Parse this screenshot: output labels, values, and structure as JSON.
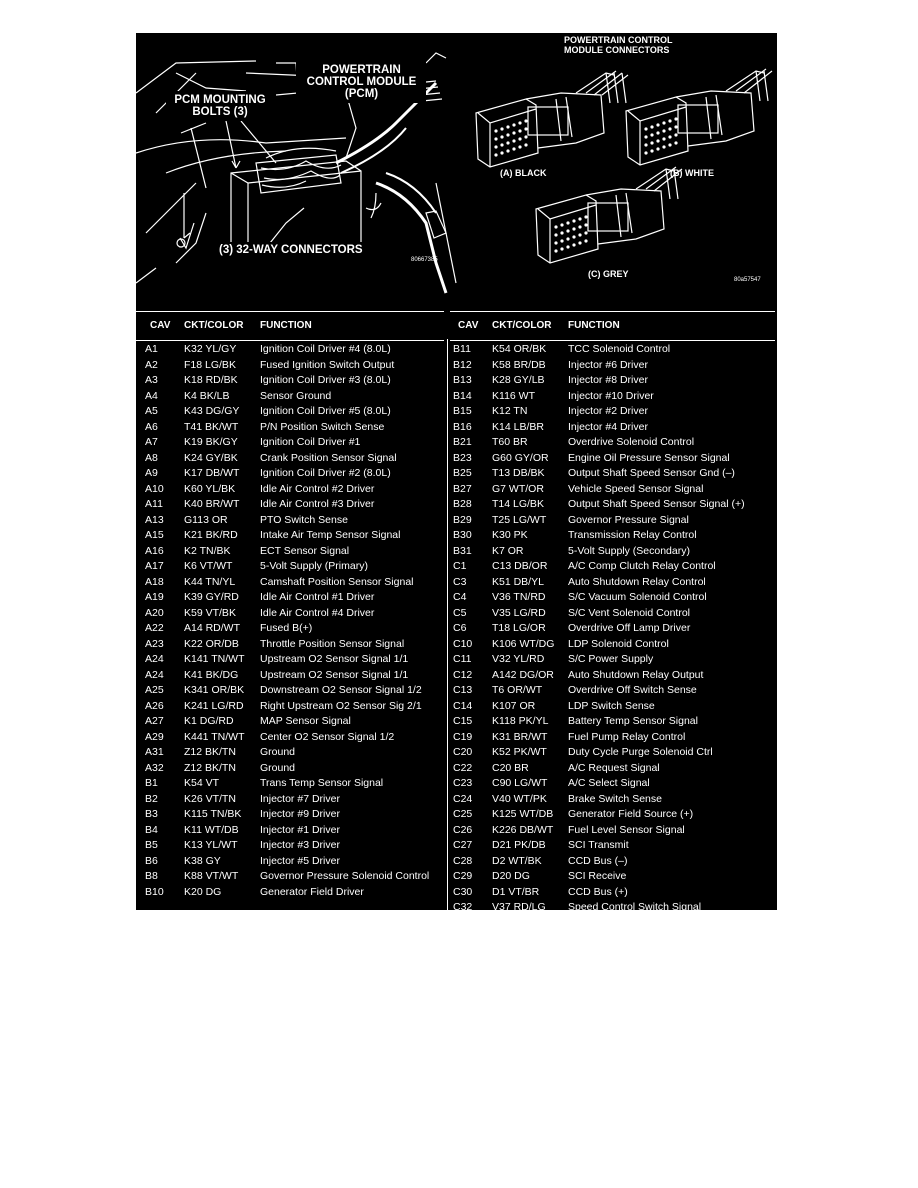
{
  "figure": {
    "labels": {
      "pcm": "POWERTRAIN\nCONTROL MODULE\n(PCM)",
      "mounting_bolts": "PCM MOUNTING\nBOLTS (3)",
      "connectors_32way": "(3) 32-WAY CONNECTORS",
      "pcm_connectors": "POWERTRAIN CONTROL\nMODULE CONNECTORS",
      "black": "(A) BLACK",
      "white": "(B) WHITE",
      "grey": "(C) GREY",
      "code_left": "80667385",
      "code_right": "80a57547"
    }
  },
  "table": {
    "headers": {
      "cav": "CAV",
      "ckt": "CKT/COLOR",
      "function": "FUNCTION"
    },
    "left": [
      {
        "cav": "A1",
        "ckt": "K32 YL/GY",
        "function": "Ignition Coil Driver #4 (8.0L)"
      },
      {
        "cav": "A2",
        "ckt": "F18 LG/BK",
        "function": "Fused Ignition Switch Output"
      },
      {
        "cav": "A3",
        "ckt": "K18 RD/BK",
        "function": "Ignition Coil Driver #3 (8.0L)"
      },
      {
        "cav": "A4",
        "ckt": "K4 BK/LB",
        "function": "Sensor Ground"
      },
      {
        "cav": "A5",
        "ckt": "K43 DG/GY",
        "function": "Ignition Coil Driver #5 (8.0L)"
      },
      {
        "cav": "A6",
        "ckt": "T41 BK/WT",
        "function": "P/N Position Switch Sense"
      },
      {
        "cav": "A7",
        "ckt": "K19 BK/GY",
        "function": "Ignition Coil Driver #1"
      },
      {
        "cav": "A8",
        "ckt": "K24 GY/BK",
        "function": "Crank Position Sensor Signal"
      },
      {
        "cav": "A9",
        "ckt": "K17 DB/WT",
        "function": "Ignition Coil Driver #2 (8.0L)"
      },
      {
        "cav": "A10",
        "ckt": "K60 YL/BK",
        "function": "Idle Air Control #2 Driver"
      },
      {
        "cav": "A11",
        "ckt": "K40 BR/WT",
        "function": "Idle Air Control #3 Driver"
      },
      {
        "cav": "A13",
        "ckt": "G113 OR",
        "function": "PTO Switch Sense"
      },
      {
        "cav": "A15",
        "ckt": "K21 BK/RD",
        "function": "Intake Air Temp Sensor Signal"
      },
      {
        "cav": "A16",
        "ckt": "K2 TN/BK",
        "function": "ECT Sensor Signal"
      },
      {
        "cav": "A17",
        "ckt": "K6 VT/WT",
        "function": "5-Volt Supply (Primary)"
      },
      {
        "cav": "A18",
        "ckt": "K44 TN/YL",
        "function": "Camshaft Position Sensor Signal"
      },
      {
        "cav": "A19",
        "ckt": "K39 GY/RD",
        "function": "Idle Air Control #1 Driver"
      },
      {
        "cav": "A20",
        "ckt": "K59 VT/BK",
        "function": "Idle Air Control #4 Driver"
      },
      {
        "cav": "A22",
        "ckt": "A14 RD/WT",
        "function": "Fused B(+)"
      },
      {
        "cav": "A23",
        "ckt": "K22 OR/DB",
        "function": "Throttle Position Sensor Signal"
      },
      {
        "cav": "A24",
        "ckt": "K141 TN/WT",
        "function": "Upstream O2 Sensor Signal 1/1"
      },
      {
        "cav": "A24",
        "ckt": "K41 BK/DG",
        "function": "Upstream O2 Sensor Signal 1/1"
      },
      {
        "cav": "A25",
        "ckt": "K341 OR/BK",
        "function": "Downstream O2 Sensor Signal 1/2"
      },
      {
        "cav": "A26",
        "ckt": "K241 LG/RD",
        "function": "Right Upstream O2 Sensor Sig 2/1"
      },
      {
        "cav": "A27",
        "ckt": "K1 DG/RD",
        "function": "MAP Sensor Signal"
      },
      {
        "cav": "A29",
        "ckt": "K441 TN/WT",
        "function": "Center O2 Sensor Signal 1/2"
      },
      {
        "cav": "A31",
        "ckt": "Z12 BK/TN",
        "function": "Ground"
      },
      {
        "cav": "A32",
        "ckt": "Z12 BK/TN",
        "function": "Ground"
      },
      {
        "cav": "B1",
        "ckt": "K54 VT",
        "function": "Trans Temp Sensor Signal"
      },
      {
        "cav": "B2",
        "ckt": "K26 VT/TN",
        "function": "Injector #7 Driver"
      },
      {
        "cav": "B3",
        "ckt": "K115 TN/BK",
        "function": "Injector #9 Driver"
      },
      {
        "cav": "B4",
        "ckt": "K11 WT/DB",
        "function": "Injector #1 Driver"
      },
      {
        "cav": "B5",
        "ckt": "K13 YL/WT",
        "function": "Injector #3 Driver"
      },
      {
        "cav": "B6",
        "ckt": "K38 GY",
        "function": "Injector #5 Driver"
      },
      {
        "cav": "B8",
        "ckt": "K88 VT/WT",
        "function": "Governor Pressure Solenoid Control"
      },
      {
        "cav": "B10",
        "ckt": "K20 DG",
        "function": "Generator Field Driver"
      }
    ],
    "right": [
      {
        "cav": "B11",
        "ckt": "K54 OR/BK",
        "function": "TCC Solenoid Control"
      },
      {
        "cav": "B12",
        "ckt": "K58 BR/DB",
        "function": "Injector #6 Driver"
      },
      {
        "cav": "B13",
        "ckt": "K28 GY/LB",
        "function": "Injector #8 Driver"
      },
      {
        "cav": "B14",
        "ckt": "K116 WT",
        "function": "Injector #10 Driver"
      },
      {
        "cav": "B15",
        "ckt": "K12 TN",
        "function": "Injector #2 Driver"
      },
      {
        "cav": "B16",
        "ckt": "K14 LB/BR",
        "function": "Injector #4 Driver"
      },
      {
        "cav": "B21",
        "ckt": "T60 BR",
        "function": "Overdrive Solenoid Control"
      },
      {
        "cav": "B23",
        "ckt": "G60 GY/OR",
        "function": "Engine Oil Pressure Sensor Signal"
      },
      {
        "cav": "B25",
        "ckt": "T13 DB/BK",
        "function": "Output Shaft Speed Sensor Gnd (–)"
      },
      {
        "cav": "B27",
        "ckt": "G7 WT/OR",
        "function": "Vehicle Speed Sensor Signal"
      },
      {
        "cav": "B28",
        "ckt": "T14 LG/BK",
        "function": "Output Shaft Speed Sensor Signal (+)"
      },
      {
        "cav": "B29",
        "ckt": "T25 LG/WT",
        "function": "Governor Pressure Signal"
      },
      {
        "cav": "B30",
        "ckt": "K30 PK",
        "function": "Transmission Relay Control"
      },
      {
        "cav": "B31",
        "ckt": "K7 OR",
        "function": "5-Volt Supply (Secondary)"
      },
      {
        "cav": "C1",
        "ckt": "C13 DB/OR",
        "function": "A/C Comp Clutch Relay Control"
      },
      {
        "cav": "C3",
        "ckt": "K51 DB/YL",
        "function": "Auto Shutdown Relay Control"
      },
      {
        "cav": "C4",
        "ckt": "V36 TN/RD",
        "function": "S/C Vacuum Solenoid Control"
      },
      {
        "cav": "C5",
        "ckt": "V35 LG/RD",
        "function": "S/C Vent Solenoid Control"
      },
      {
        "cav": "C6",
        "ckt": "T18 LG/OR",
        "function": "Overdrive Off Lamp Driver"
      },
      {
        "cav": "C10",
        "ckt": "K106 WT/DG",
        "function": "LDP Solenoid Control"
      },
      {
        "cav": "C11",
        "ckt": "V32 YL/RD",
        "function": "S/C Power Supply"
      },
      {
        "cav": "C12",
        "ckt": "A142 DG/OR",
        "function": "Auto Shutdown Relay Output"
      },
      {
        "cav": "C13",
        "ckt": "T6 OR/WT",
        "function": "Overdrive Off Switch Sense"
      },
      {
        "cav": "C14",
        "ckt": "K107 OR",
        "function": "LDP Switch Sense"
      },
      {
        "cav": "C15",
        "ckt": "K118 PK/YL",
        "function": "Battery Temp Sensor Signal"
      },
      {
        "cav": "C19",
        "ckt": "K31 BR/WT",
        "function": "Fuel Pump Relay Control"
      },
      {
        "cav": "C20",
        "ckt": "K52 PK/WT",
        "function": "Duty Cycle Purge Solenoid Ctrl"
      },
      {
        "cav": "C22",
        "ckt": "C20 BR",
        "function": "A/C Request Signal"
      },
      {
        "cav": "C23",
        "ckt": "C90 LG/WT",
        "function": "A/C Select Signal"
      },
      {
        "cav": "C24",
        "ckt": "V40 WT/PK",
        "function": "Brake Switch Sense"
      },
      {
        "cav": "C25",
        "ckt": "K125 WT/DB",
        "function": "Generator Field Source (+)"
      },
      {
        "cav": "C26",
        "ckt": "K226 DB/WT",
        "function": "Fuel Level Sensor Signal"
      },
      {
        "cav": "C27",
        "ckt": "D21 PK/DB",
        "function": "SCI Transmit"
      },
      {
        "cav": "C28",
        "ckt": "D2 WT/BK",
        "function": "CCD Bus (–)"
      },
      {
        "cav": "C29",
        "ckt": "D20 DG",
        "function": "SCI Receive"
      },
      {
        "cav": "C30",
        "ckt": "D1 VT/BR",
        "function": "CCD Bus (+)"
      },
      {
        "cav": "C32",
        "ckt": "V37 RD/LG",
        "function": "Speed Control Switch Signal"
      }
    ]
  }
}
